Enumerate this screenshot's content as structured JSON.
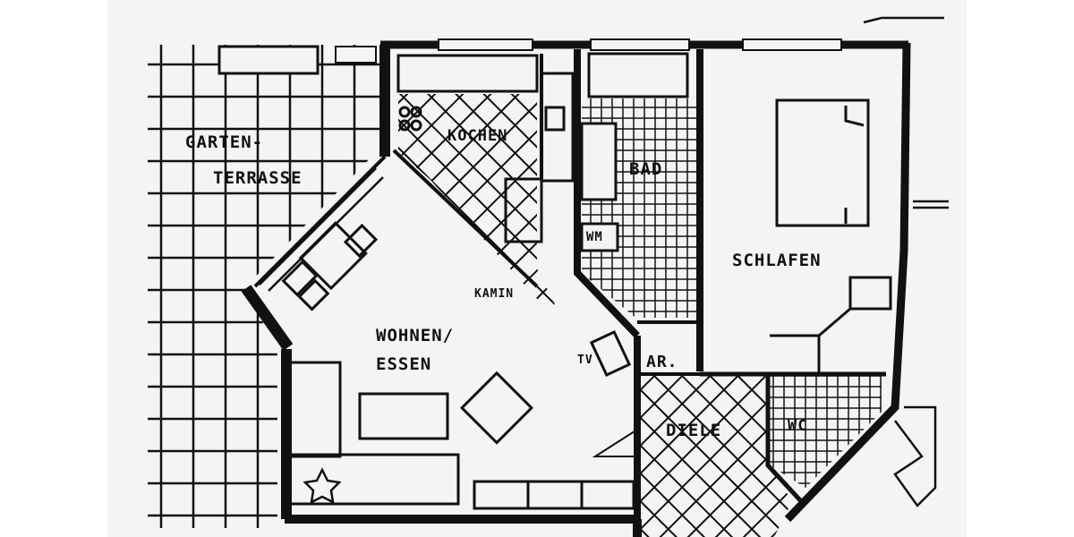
{
  "plan": {
    "rooms": {
      "garten_terrasse": [
        "GARTEN-",
        "TERRASSE"
      ],
      "kochen": "KOCHEN",
      "bad": "BAD",
      "wm": "WM",
      "schlafen": "SCHLAFEN",
      "kamin": "KAMIN",
      "wohnen_essen": [
        "WOHNEN/",
        "ESSEN"
      ],
      "tv": "TV",
      "ar": "AR.",
      "diele": "DIELE",
      "wc": "WC"
    },
    "colors": {
      "ink": "#111111",
      "paper": "#f4f4f2",
      "background": "#ffffff"
    }
  }
}
